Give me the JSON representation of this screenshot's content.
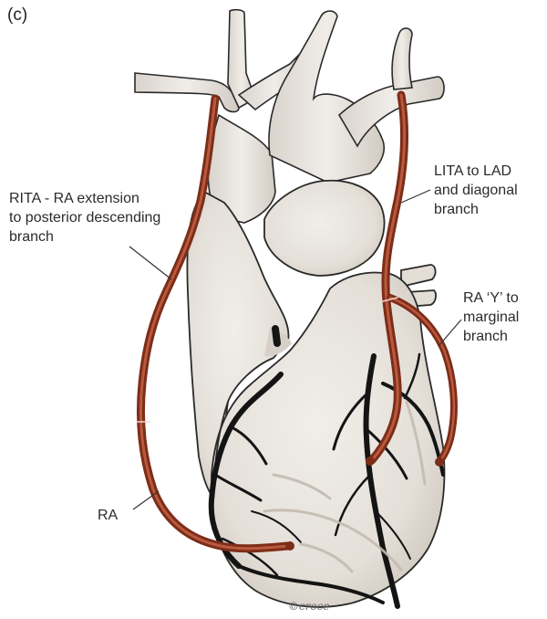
{
  "panel_label": "(c)",
  "labels": {
    "rita": [
      "RITA - RA extension",
      "to posterior descending",
      "branch"
    ],
    "lita": [
      "LITA to LAD",
      "and diagonal",
      "branch"
    ],
    "ra_y": [
      "RA ‘Y’ to",
      "marginal",
      "branch"
    ],
    "ra": "RA"
  },
  "signature": "©croce",
  "colors": {
    "heart_fill": "#e6e1db",
    "heart_shade": "#cfc8c0",
    "outline": "#2a2a2a",
    "coronary": "#141414",
    "graft": "#9c3d24",
    "graft_highlight": "#c4644a"
  }
}
